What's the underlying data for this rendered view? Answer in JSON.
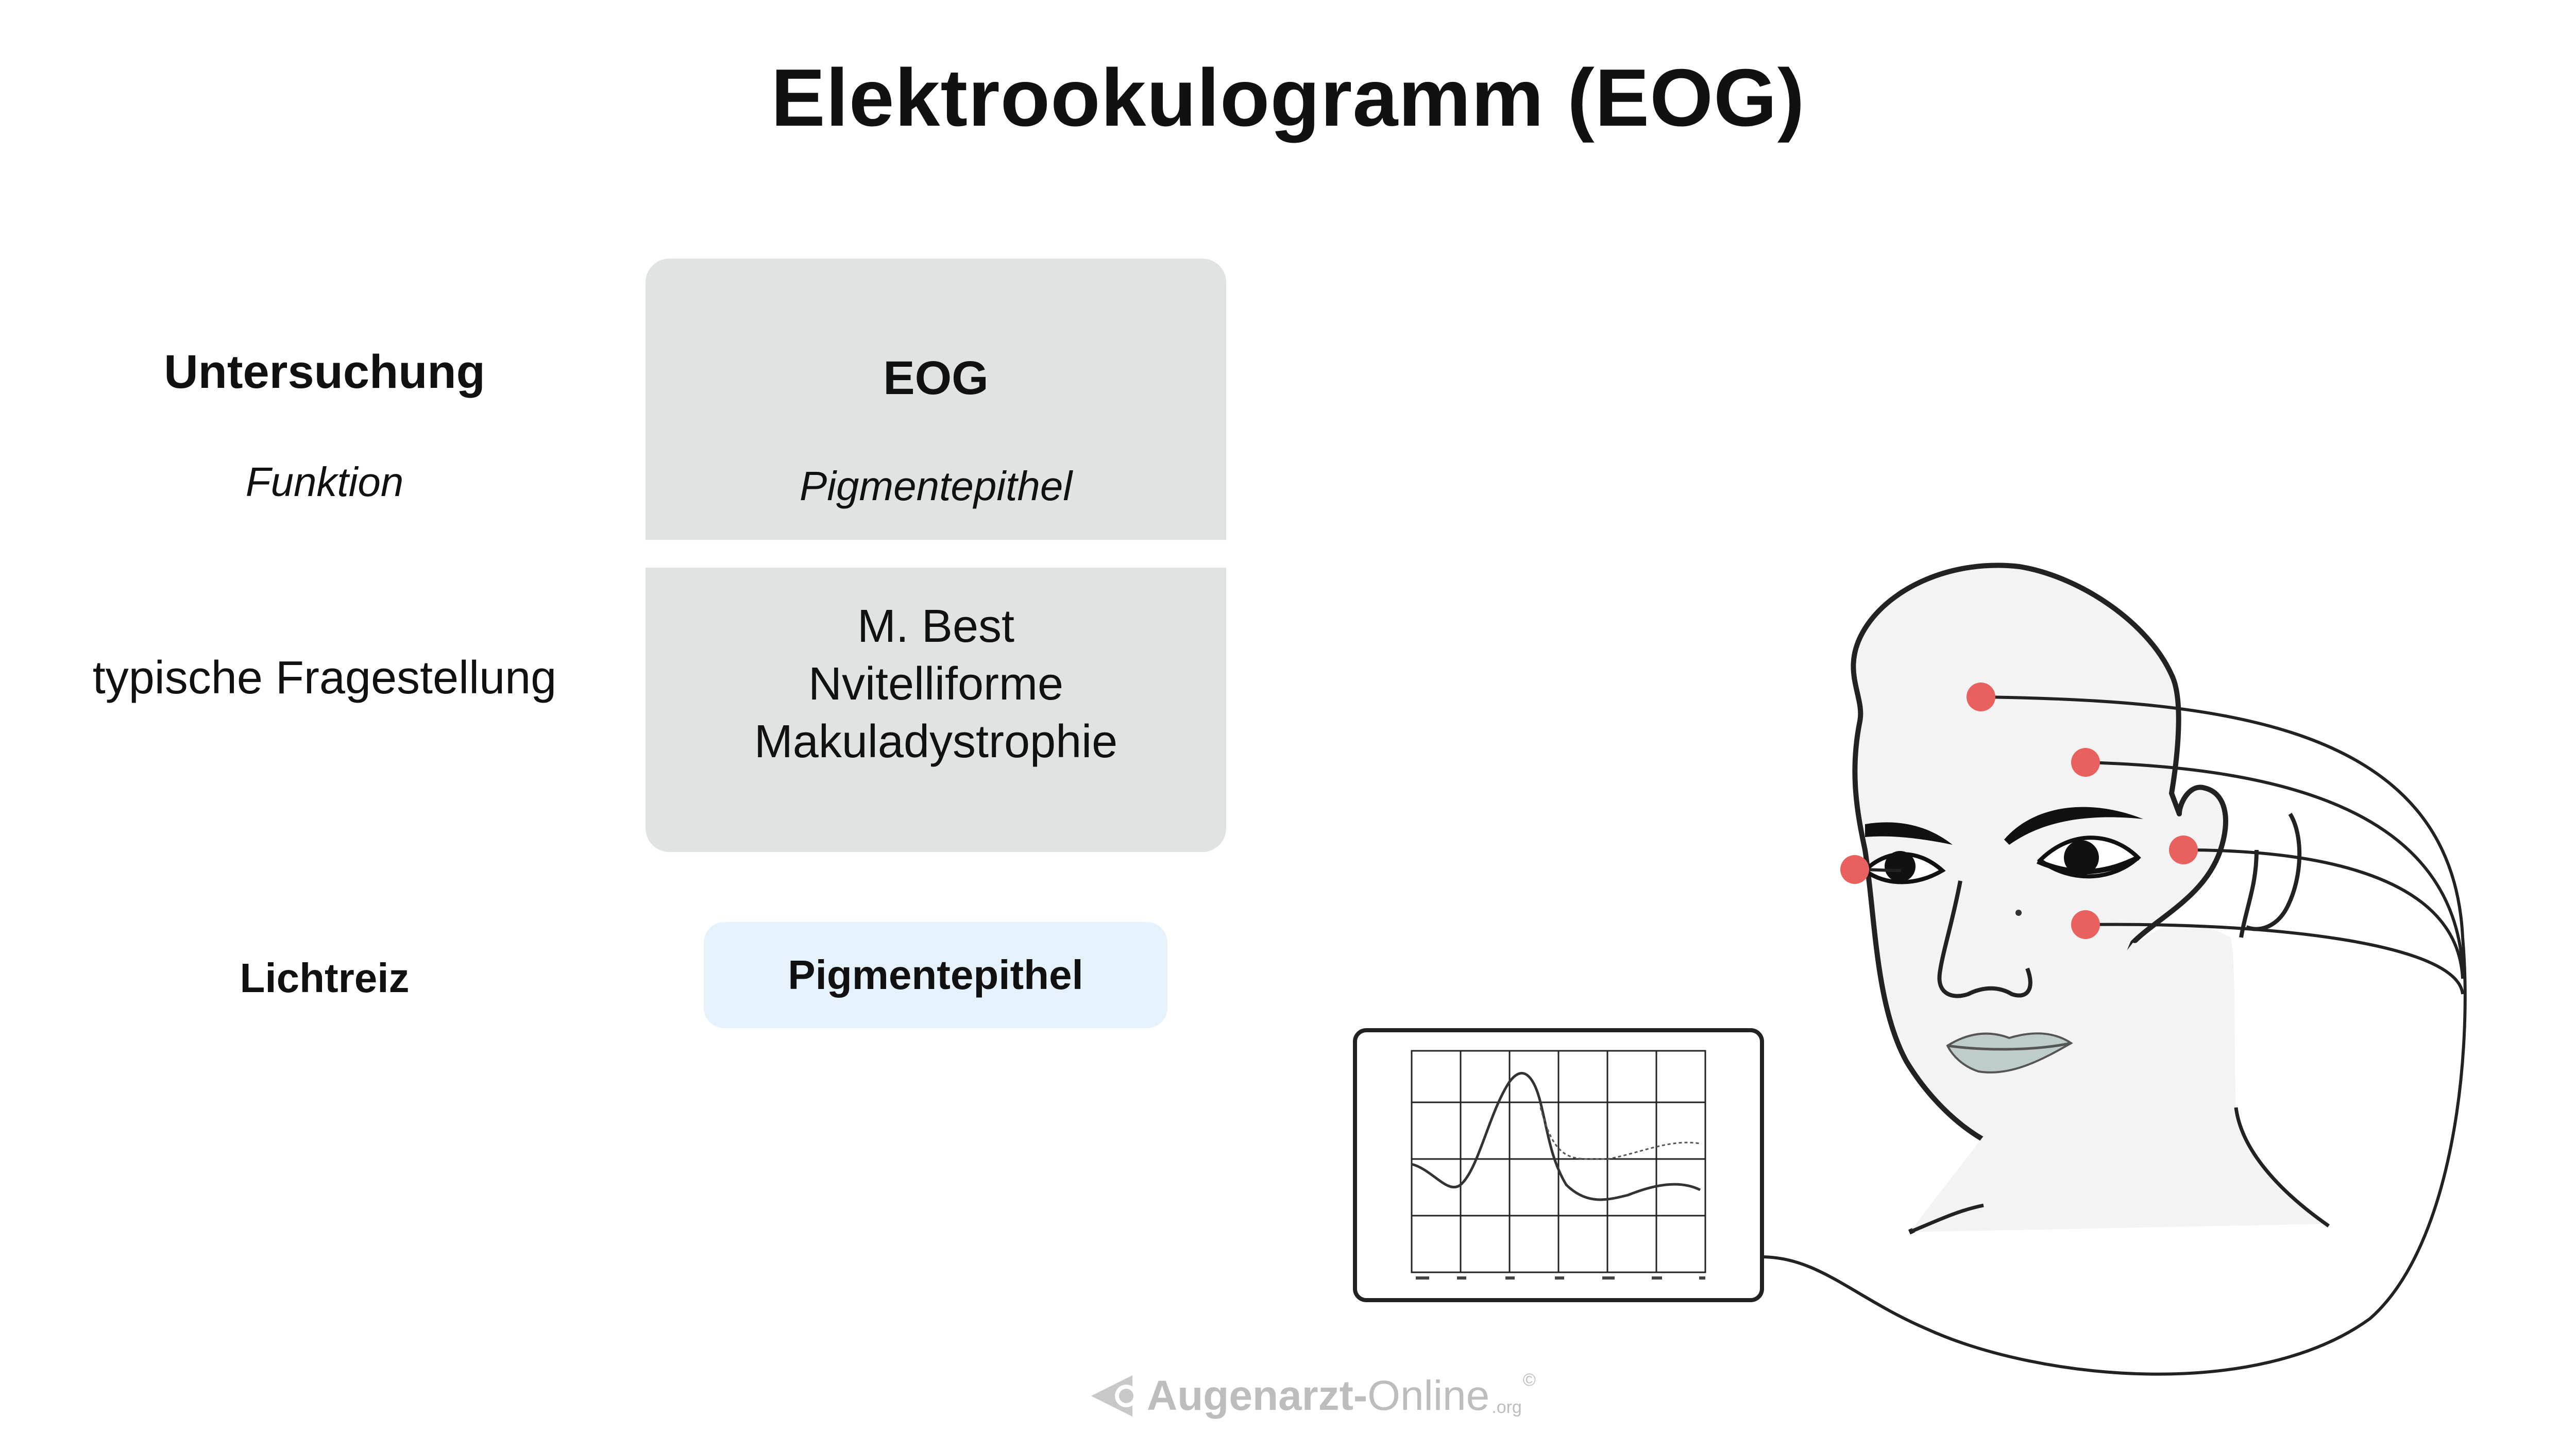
{
  "title": "Elektrookulogramm (EOG)",
  "labels": {
    "untersuchung": "Untersuchung",
    "funktion": "Funktion",
    "fragestellung": "typische Fragestellung",
    "lichtreiz": "Lichtreiz"
  },
  "card": {
    "exam": "EOG",
    "function": "Pigmentepithel",
    "question_lines": [
      "M. Best",
      "Nvitelliforme",
      "Makuladystrophie"
    ]
  },
  "stimulus": "Pigmentepithel",
  "colors": {
    "card_bg": "#dfe4e3",
    "stimulus_bg": "#e5f2fb",
    "electrode": "#e8615f",
    "outline": "#222222"
  },
  "logo": {
    "name_bold": "Augenarzt-",
    "name_regular": "Online",
    "suffix": ".org",
    "mark": "©"
  }
}
